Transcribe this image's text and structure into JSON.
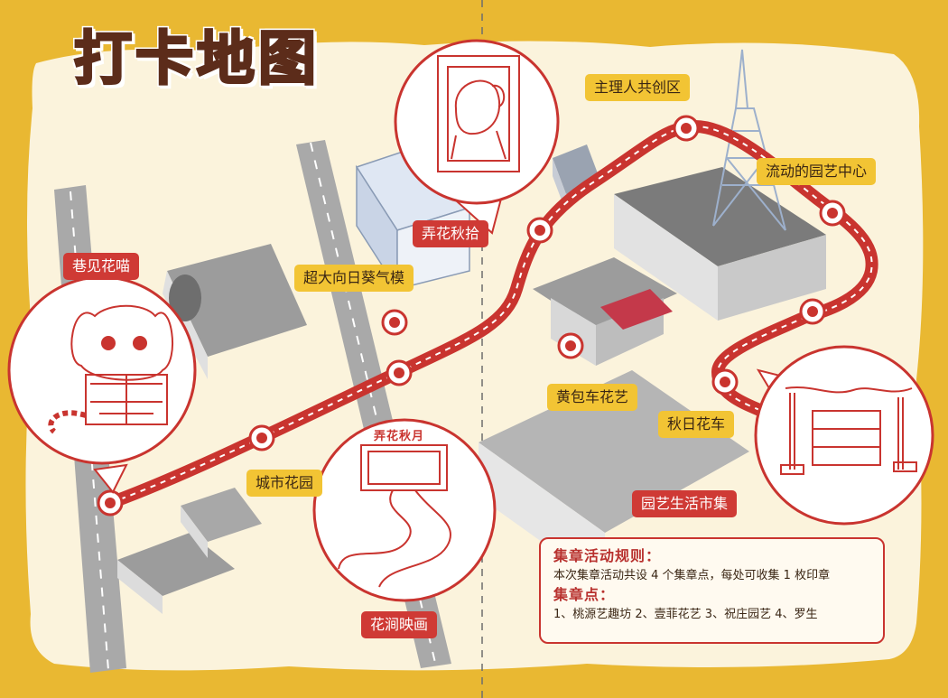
{
  "title": "打卡地图",
  "labels": {
    "xiang_jian_hua_miao": "巷见花喵",
    "nong_hua_qiu_shi": "弄花秋拾",
    "zhu_li_ren": "主理人共创区",
    "liu_dong_yuan_yi": "流动的园艺中心",
    "chao_da_kui": "超大向日葵气模",
    "huang_bao_che": "黄包车花艺",
    "qiu_ri_hua_che": "秋日花车",
    "cheng_shi_hua_yuan": "城市花园",
    "yuan_yi_shi_ji": "园艺生活市集",
    "hua_jian_ying_hua": "花涧映画",
    "screen_caption": "弄花秋月"
  },
  "rules": {
    "heading": "集章活动规则：",
    "text": "本次集章活动共设 4 个集章点，每处可收集 1 枚印章",
    "points_heading": "集章点：",
    "points": "1、桃源艺趣坊  2、壹菲花艺  3、祝庄园艺  4、罗生"
  },
  "colors": {
    "background": "#e9b832",
    "paper": "#fbf3dc",
    "route": "#d0373a",
    "label_yellow": "#f2c434",
    "label_red": "#cf3a35",
    "title": "#5c2c1a"
  }
}
